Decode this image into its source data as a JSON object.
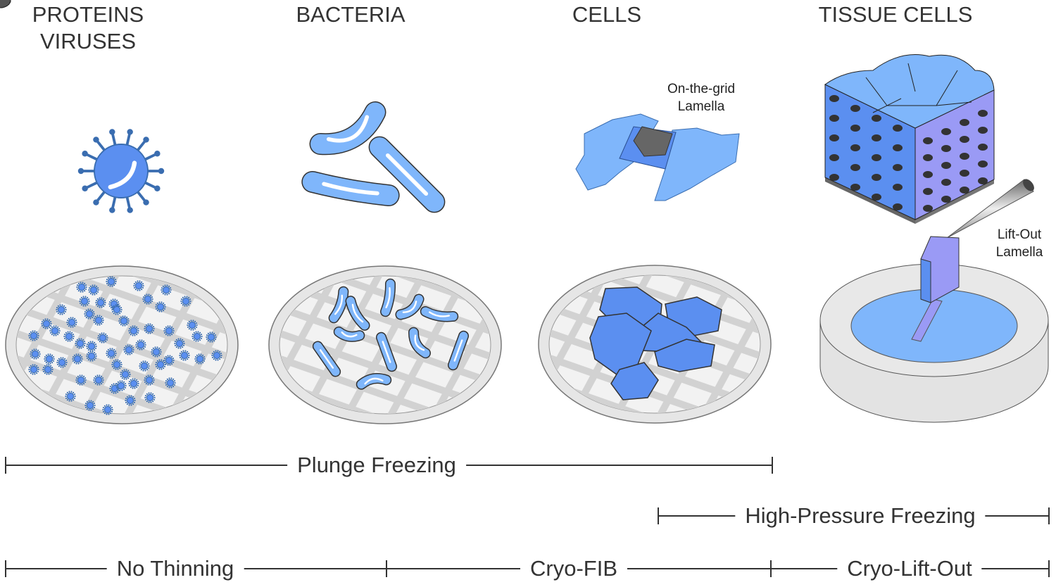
{
  "columns": [
    {
      "title_lines": [
        "PROTEINS",
        "VIRUSES"
      ]
    },
    {
      "title_lines": [
        "BACTERIA"
      ]
    },
    {
      "title_lines": [
        "CELLS"
      ]
    },
    {
      "title_lines": [
        "TISSUE CELLS"
      ]
    }
  ],
  "annotations": {
    "on_grid_lamella": [
      "On-the-grid",
      "Lamella"
    ],
    "lift_out_lamella": [
      "Lift-Out",
      "Lamella"
    ]
  },
  "timelines": {
    "plunge_freezing": "Plunge Freezing",
    "high_pressure_freezing": "High-Pressure Freezing",
    "no_thinning": "No Thinning",
    "cryo_fib": "Cryo-FIB",
    "cryo_lift_out": "Cryo-Lift-Out"
  },
  "colors": {
    "sample_blue": "#5b8ff0",
    "light_blue": "#7fb6fb",
    "tissue_side_purple": "#9a9af5",
    "grid_gray": "#d2d2d2",
    "nucleus": "#555555",
    "text": "#333333"
  }
}
